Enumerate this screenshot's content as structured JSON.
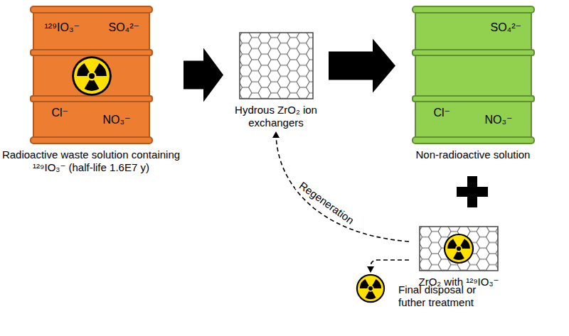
{
  "diagram": {
    "nodes": [
      {
        "text": [
          "¹²⁹IO₃⁻",
          "SO₄²⁻",
          "Cl⁻",
          "NO₃⁻",
          "Radioactive waste solution containing ¹²⁹IO₃⁻ (half-life 1.6E7 y)"
        ]
      },
      {
        "text": [
          "Hydrous ZrO₂ ion exchangers"
        ]
      },
      {
        "text": [
          "SO₄²⁻",
          "Cl⁻",
          "NO₃⁻",
          "Non-radioactive solution"
        ]
      },
      {
        "text": [
          "ZrO₂ with ¹²⁹IO₃⁻"
        ]
      },
      {
        "text": [
          "Final disposal or futher treatment"
        ]
      }
    ],
    "edges": [
      {
        "from": 0,
        "to": 1,
        "arrow": "to"
      },
      {
        "from": 1,
        "to": 2,
        "arrow": "to"
      },
      {
        "from": 3,
        "to": 1,
        "label": "Regeneration",
        "arrow": "to"
      },
      {
        "from": 3,
        "to": 4,
        "arrow": "to"
      }
    ]
  }
}
